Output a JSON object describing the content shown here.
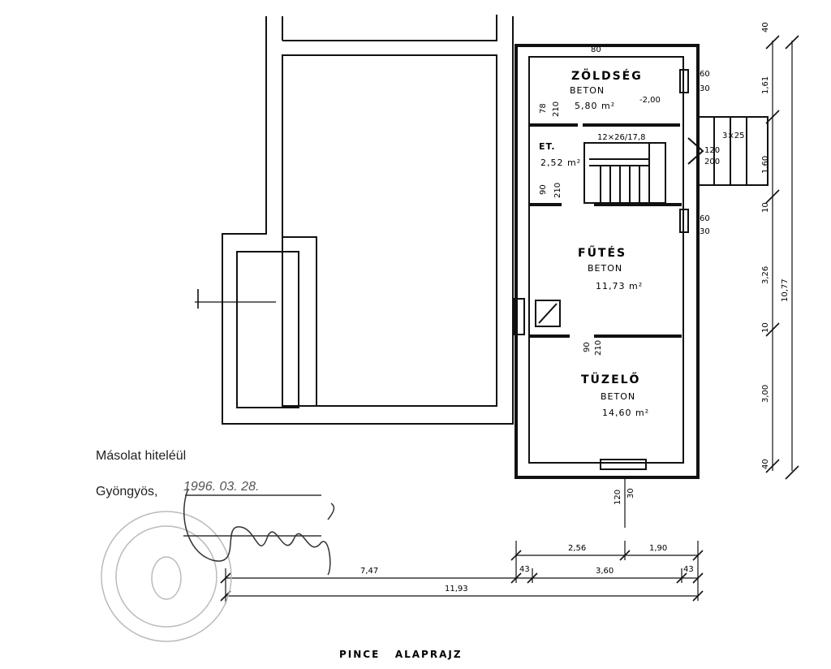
{
  "rooms": {
    "zoldseg": {
      "name": "ZÖLDSÉG",
      "floor": "BETON",
      "area": "5,80 m²",
      "level": "-2,00"
    },
    "et": {
      "name": "ET.",
      "area": "2,52 m²"
    },
    "futes": {
      "name": "FŰTÉS",
      "floor": "BETON",
      "area": "11,73 m²"
    },
    "tuzelo": {
      "name": "TÜZELŐ",
      "floor": "BETON",
      "area": "14,60 m²"
    }
  },
  "stair": {
    "inner": "12×26/17,8",
    "outer": "3×25"
  },
  "openings": {
    "door_zoldseg": [
      "78",
      "210"
    ],
    "door_et": [
      "90",
      "210"
    ],
    "door_tuzelo": [
      "90",
      "210"
    ],
    "window_top": [
      "60",
      "30"
    ],
    "window_mid": [
      "60",
      "30"
    ],
    "window_bottom": [
      "120",
      "30"
    ],
    "entry": [
      "120",
      "200"
    ]
  },
  "dims_right": [
    "40",
    "1,61",
    "1,60",
    "10",
    "3,26",
    "10",
    "3,00",
    "40",
    "10,77"
  ],
  "dims_bottom": [
    "2,56",
    "1,90",
    "7,47",
    "43",
    "3,60",
    "43",
    "11,93"
  ],
  "dim_top": "80",
  "certification": {
    "line1": "Másolat hiteléül",
    "place": "Gyöngyös,",
    "date": "1996. 03. 28."
  },
  "title": "PINCE   ALAPRAJZ"
}
